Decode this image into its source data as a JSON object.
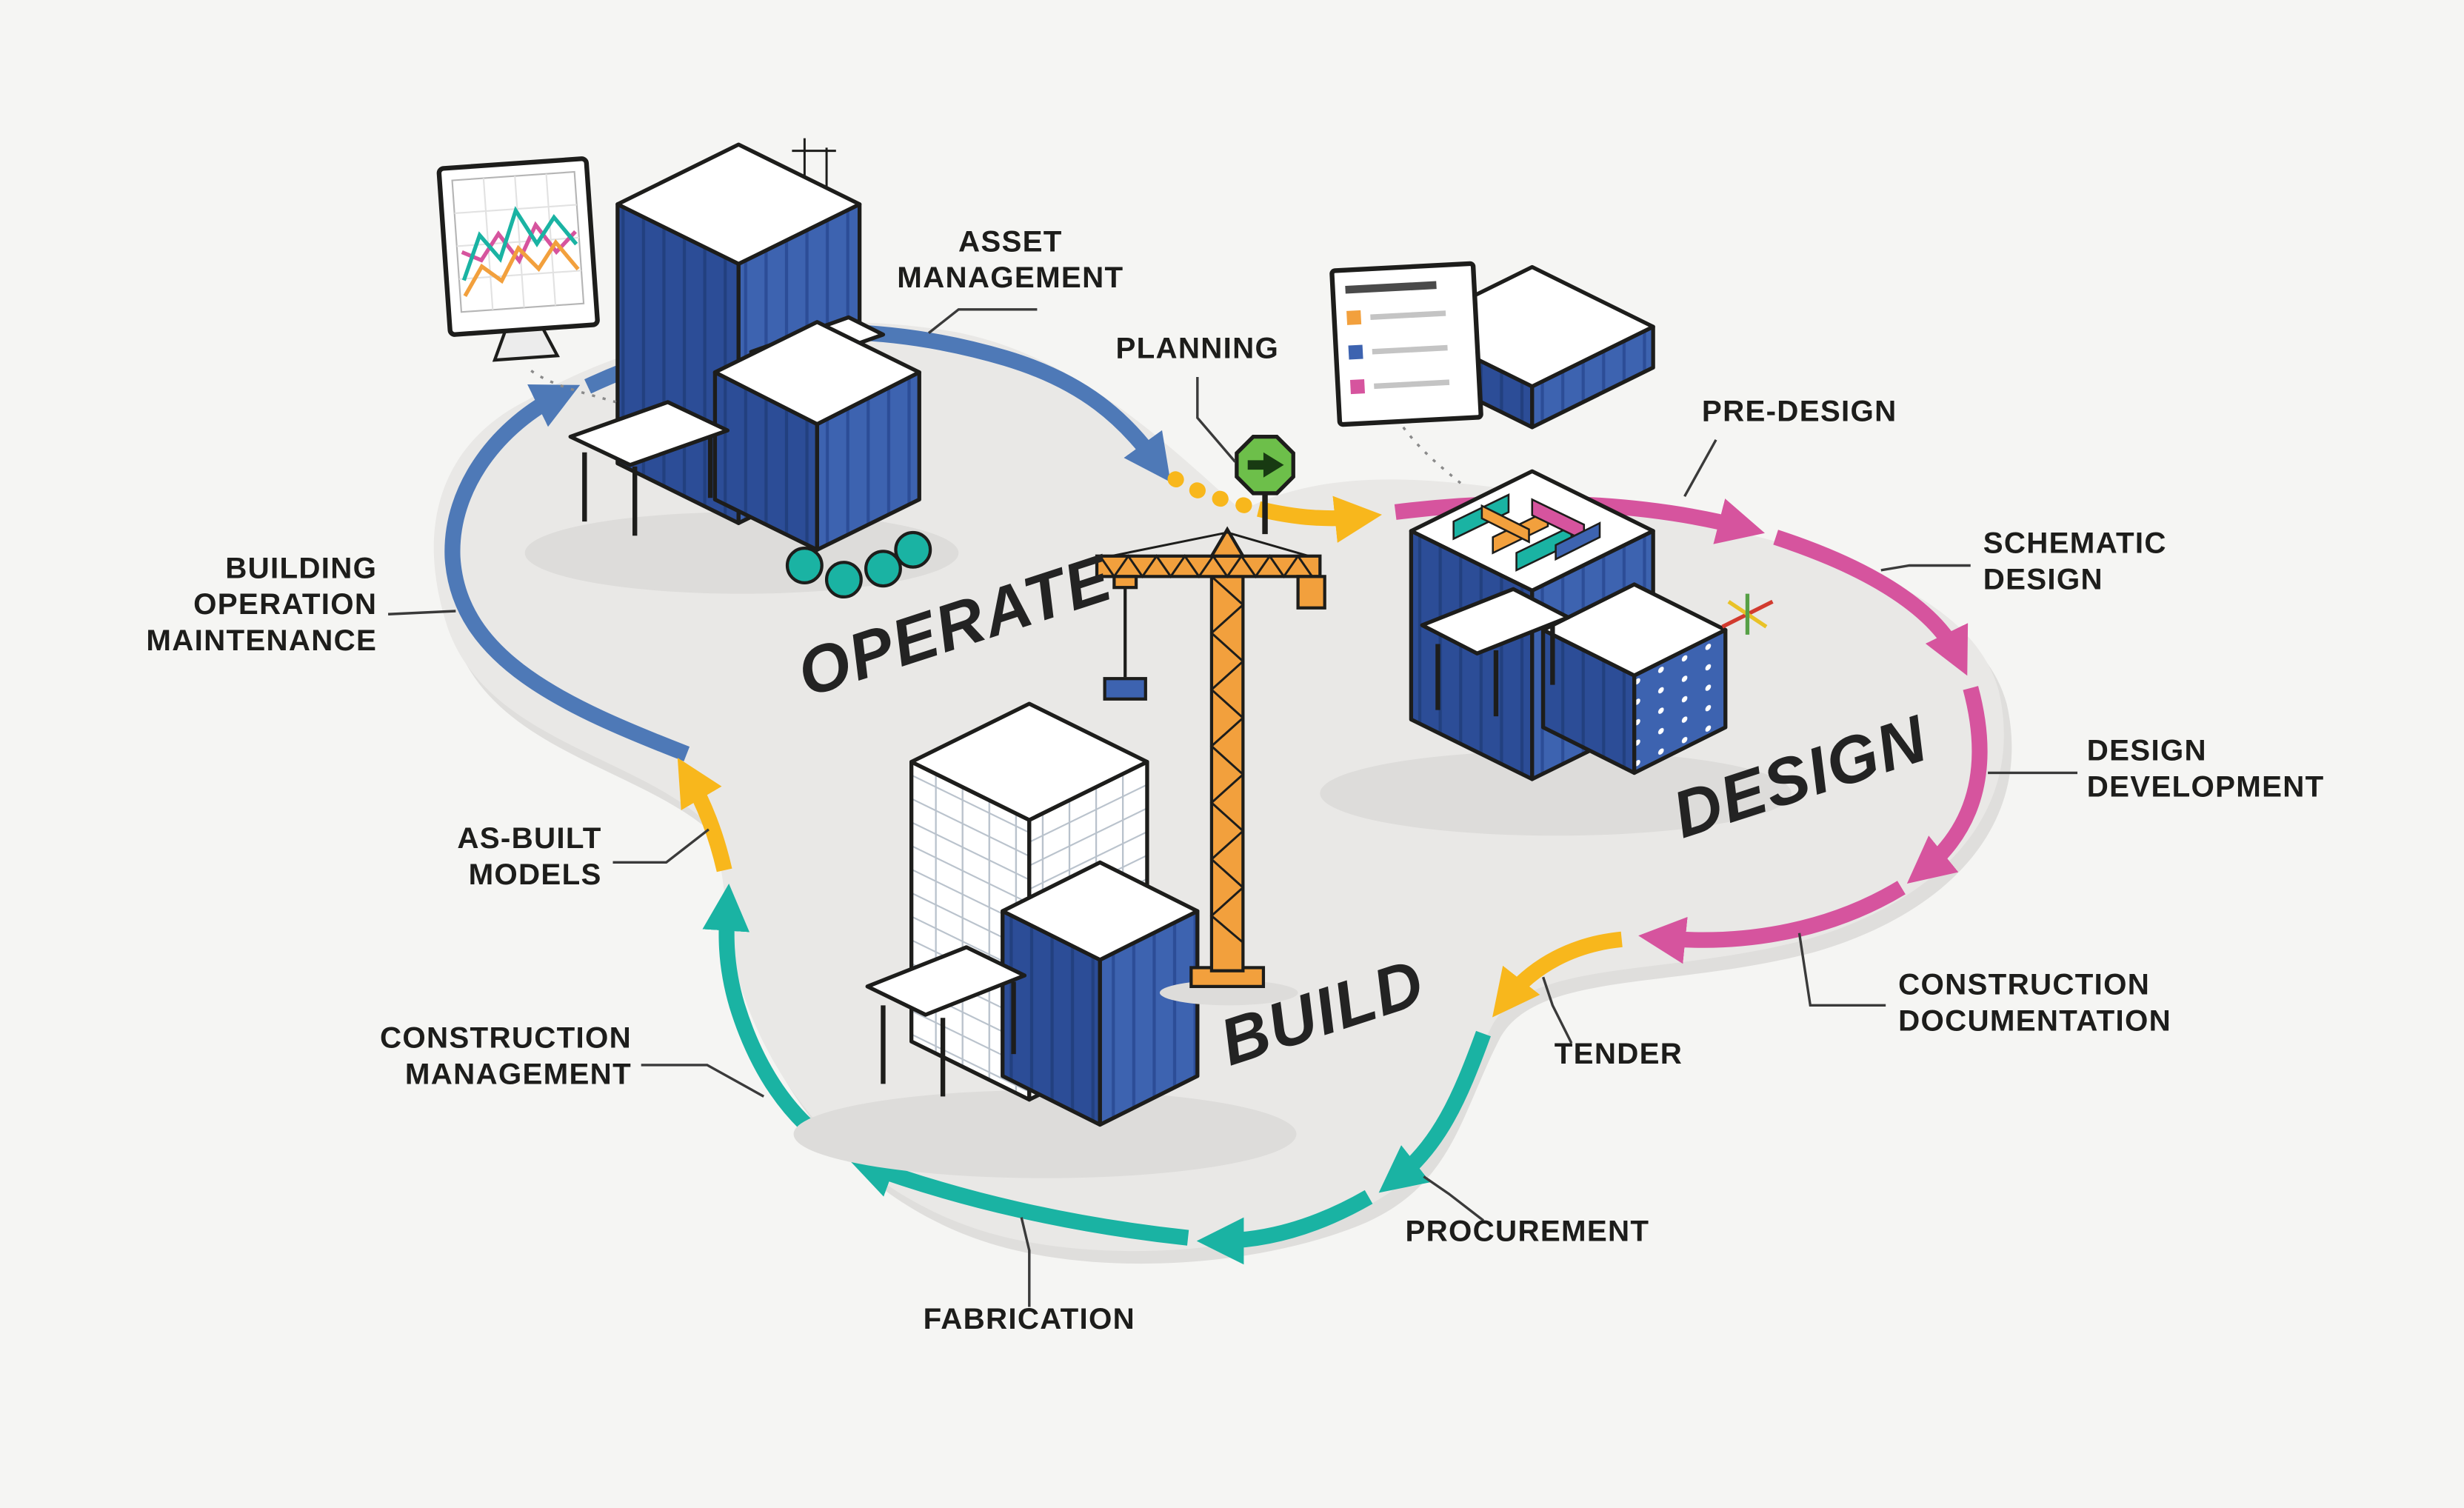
{
  "diagram": {
    "phases": {
      "operate": "OPERATE",
      "design": "DESIGN",
      "build": "BUILD"
    },
    "stages": {
      "asset_management": {
        "lines": [
          "ASSET",
          "MANAGEMENT"
        ]
      },
      "planning": {
        "lines": [
          "PLANNING"
        ]
      },
      "pre_design": {
        "lines": [
          "PRE-DESIGN"
        ]
      },
      "schematic_design": {
        "lines": [
          "SCHEMATIC",
          "DESIGN"
        ]
      },
      "design_development": {
        "lines": [
          "DESIGN",
          "DEVELOPMENT"
        ]
      },
      "construction_documentation": {
        "lines": [
          "CONSTRUCTION",
          "DOCUMENTATION"
        ]
      },
      "tender": {
        "lines": [
          "TENDER"
        ]
      },
      "procurement": {
        "lines": [
          "PROCUREMENT"
        ]
      },
      "fabrication": {
        "lines": [
          "FABRICATION"
        ]
      },
      "construction_management": {
        "lines": [
          "CONSTRUCTION",
          "MANAGEMENT"
        ]
      },
      "as_built_models": {
        "lines": [
          "AS-BUILT",
          "MODELS"
        ]
      },
      "building_operation_maintenance": {
        "lines": [
          "BUILDING",
          "OPERATION",
          "MAINTENANCE"
        ]
      }
    },
    "icons": {
      "planning_sign": "arrow-right-icon",
      "monitor": "line-chart-icon",
      "gizmo": "axis-arrows-icon",
      "card": "legend-card-icon"
    }
  },
  "colors": {
    "background": "#f5f5f3",
    "blob": "#e9e8e6",
    "blob_shadow": "#dfdedc",
    "shadow": "#dddcda",
    "arrow_operate": "#4e79b7",
    "arrow_design": "#d6549e",
    "arrow_build": "#1ab3a3",
    "arrow_transition": "#f8b71c",
    "building_blue": "#3d63b0",
    "building_blue_dark": "#2c4d97",
    "building_blue_deep": "#22407f",
    "crane_orange": "#f2a03d",
    "sign_green": "#6dbf4a",
    "outline": "#1d1d1b",
    "text": "#1d1d1b",
    "leader": "#3a3a3a"
  }
}
